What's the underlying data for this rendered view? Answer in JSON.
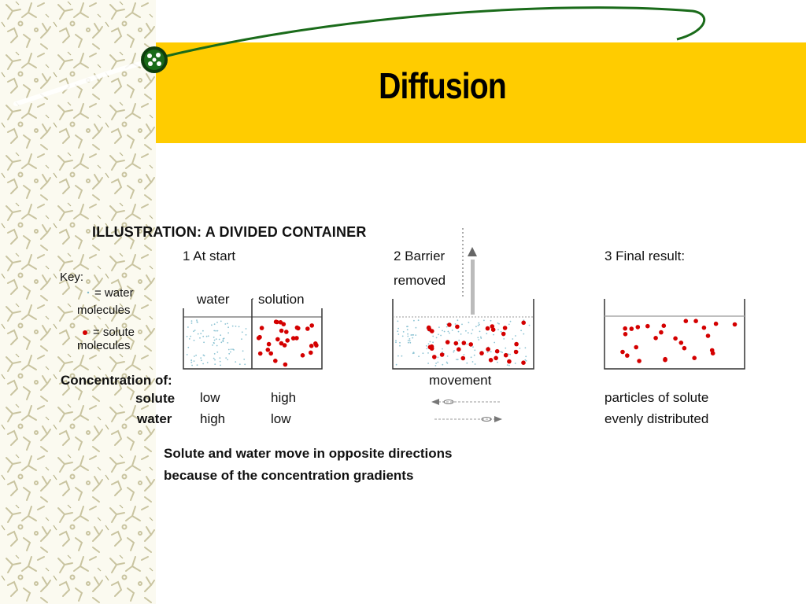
{
  "slide": {
    "title": "Diffusion",
    "accent_color": "#ffcc00",
    "arc_color": "#1a6b1a"
  },
  "illustration": {
    "heading": "ILLUSTRATION: A DIVIDED CONTAINER",
    "stages": [
      {
        "label": "1 At start"
      },
      {
        "label_line1": "2 Barrier",
        "label_line2": "removed"
      },
      {
        "label": "3 Final result:"
      }
    ],
    "key": {
      "title": "Key:",
      "water_line1": "= water",
      "water_line2": "molecules",
      "solute_line1": "= solute",
      "solute_line2": "molecules"
    },
    "container_labels": {
      "water": "water",
      "solution": "solution"
    },
    "concentration": {
      "heading": "Concentration of:",
      "rows": [
        {
          "name": "solute",
          "left": "low",
          "right": "high"
        },
        {
          "name": "water",
          "left": "high",
          "right": "low"
        }
      ]
    },
    "movement_label": "movement",
    "final_line1": "particles of solute",
    "final_line2": "evenly distributed",
    "caption_line1": "Solute and water move in opposite directions",
    "caption_line2": "because of the concentration gradients"
  }
}
